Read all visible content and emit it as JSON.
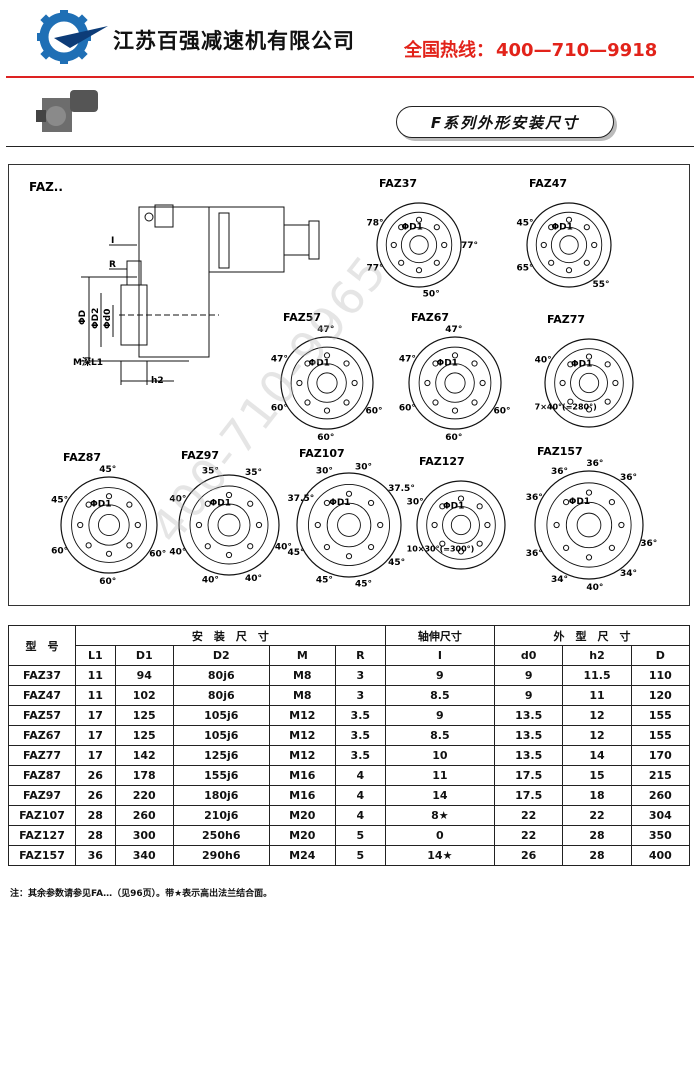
{
  "header": {
    "company_name": "江苏百强减速机有限公司",
    "hotline_label": "全国热线：",
    "hotline_number": "400—710—9918",
    "brand_colors": {
      "logo_blue": "#1f6fb5",
      "hotline_red": "#e2231a",
      "rule_red": "#d22222"
    }
  },
  "series_title": "F系列外形安装尺寸",
  "drawing": {
    "main_label": "FAZ..",
    "dims": {
      "I": "I",
      "R": "R",
      "D": "ΦD",
      "D2": "ΦD2",
      "d0": "Φd0",
      "ML1": "M深L1",
      "h2": "h2"
    },
    "flanges": [
      {
        "name": "FAZ37",
        "labels": [
          "78°",
          "ΦD1",
          "77°",
          "50°",
          "77°"
        ]
      },
      {
        "name": "FAZ47",
        "labels": [
          "45°",
          "ΦD1",
          "55°",
          "65°"
        ]
      },
      {
        "name": "FAZ57",
        "labels": [
          "47°",
          "47°",
          "ΦD1",
          "60°",
          "60°",
          "60°"
        ]
      },
      {
        "name": "FAZ67",
        "labels": [
          "47°",
          "47°",
          "ΦD1",
          "60°",
          "60°",
          "60°"
        ]
      },
      {
        "name": "FAZ77",
        "labels": [
          "40°",
          "ΦD1",
          "7×40°(=280°)"
        ]
      },
      {
        "name": "FAZ87",
        "labels": [
          "45°",
          "45°",
          "ΦD1",
          "60°",
          "60°",
          "60°"
        ]
      },
      {
        "name": "FAZ97",
        "labels": [
          "40°",
          "35°",
          "35°",
          "ΦD1",
          "40°",
          "40°",
          "40°",
          "40°"
        ]
      },
      {
        "name": "FAZ107",
        "labels": [
          "37.5°",
          "30°",
          "30°",
          "37.5°",
          "ΦD1",
          "45°",
          "45°",
          "45°",
          "45°"
        ]
      },
      {
        "name": "FAZ127",
        "labels": [
          "30°",
          "ΦD1",
          "10×30°(=300°)"
        ]
      },
      {
        "name": "FAZ157",
        "labels": [
          "36°",
          "36°",
          "36°",
          "36°",
          "ΦD1",
          "36°",
          "34°",
          "40°",
          "34°",
          "36°"
        ]
      }
    ]
  },
  "watermark": "400-710-9965",
  "table": {
    "model_header": "型　号",
    "group_headers": {
      "install": "安　装　尺　寸",
      "shaft": "轴伸尺寸",
      "outline": "外　型　尺　寸"
    },
    "columns": [
      "L1",
      "D1",
      "D2",
      "M",
      "R",
      "I",
      "d0",
      "h2",
      "D"
    ],
    "rows": [
      [
        "FAZ37",
        "11",
        "94",
        "80j6",
        "M8",
        "3",
        "9",
        "9",
        "11.5",
        "110"
      ],
      [
        "FAZ47",
        "11",
        "102",
        "80j6",
        "M8",
        "3",
        "8.5",
        "9",
        "11",
        "120"
      ],
      [
        "FAZ57",
        "17",
        "125",
        "105j6",
        "M12",
        "3.5",
        "9",
        "13.5",
        "12",
        "155"
      ],
      [
        "FAZ67",
        "17",
        "125",
        "105j6",
        "M12",
        "3.5",
        "8.5",
        "13.5",
        "12",
        "155"
      ],
      [
        "FAZ77",
        "17",
        "142",
        "125j6",
        "M12",
        "3.5",
        "10",
        "13.5",
        "14",
        "170"
      ],
      [
        "FAZ87",
        "26",
        "178",
        "155j6",
        "M16",
        "4",
        "11",
        "17.5",
        "15",
        "215"
      ],
      [
        "FAZ97",
        "26",
        "220",
        "180j6",
        "M16",
        "4",
        "14",
        "17.5",
        "18",
        "260"
      ],
      [
        "FAZ107",
        "28",
        "260",
        "210j6",
        "M20",
        "4",
        "8★",
        "22",
        "22",
        "304"
      ],
      [
        "FAZ127",
        "28",
        "300",
        "250h6",
        "M20",
        "5",
        "0",
        "22",
        "28",
        "350"
      ],
      [
        "FAZ157",
        "36",
        "340",
        "290h6",
        "M24",
        "5",
        "14★",
        "26",
        "28",
        "400"
      ]
    ]
  },
  "footnote": "注：其余参数请参见FA…（见96页）。带★表示高出法兰结合面。"
}
